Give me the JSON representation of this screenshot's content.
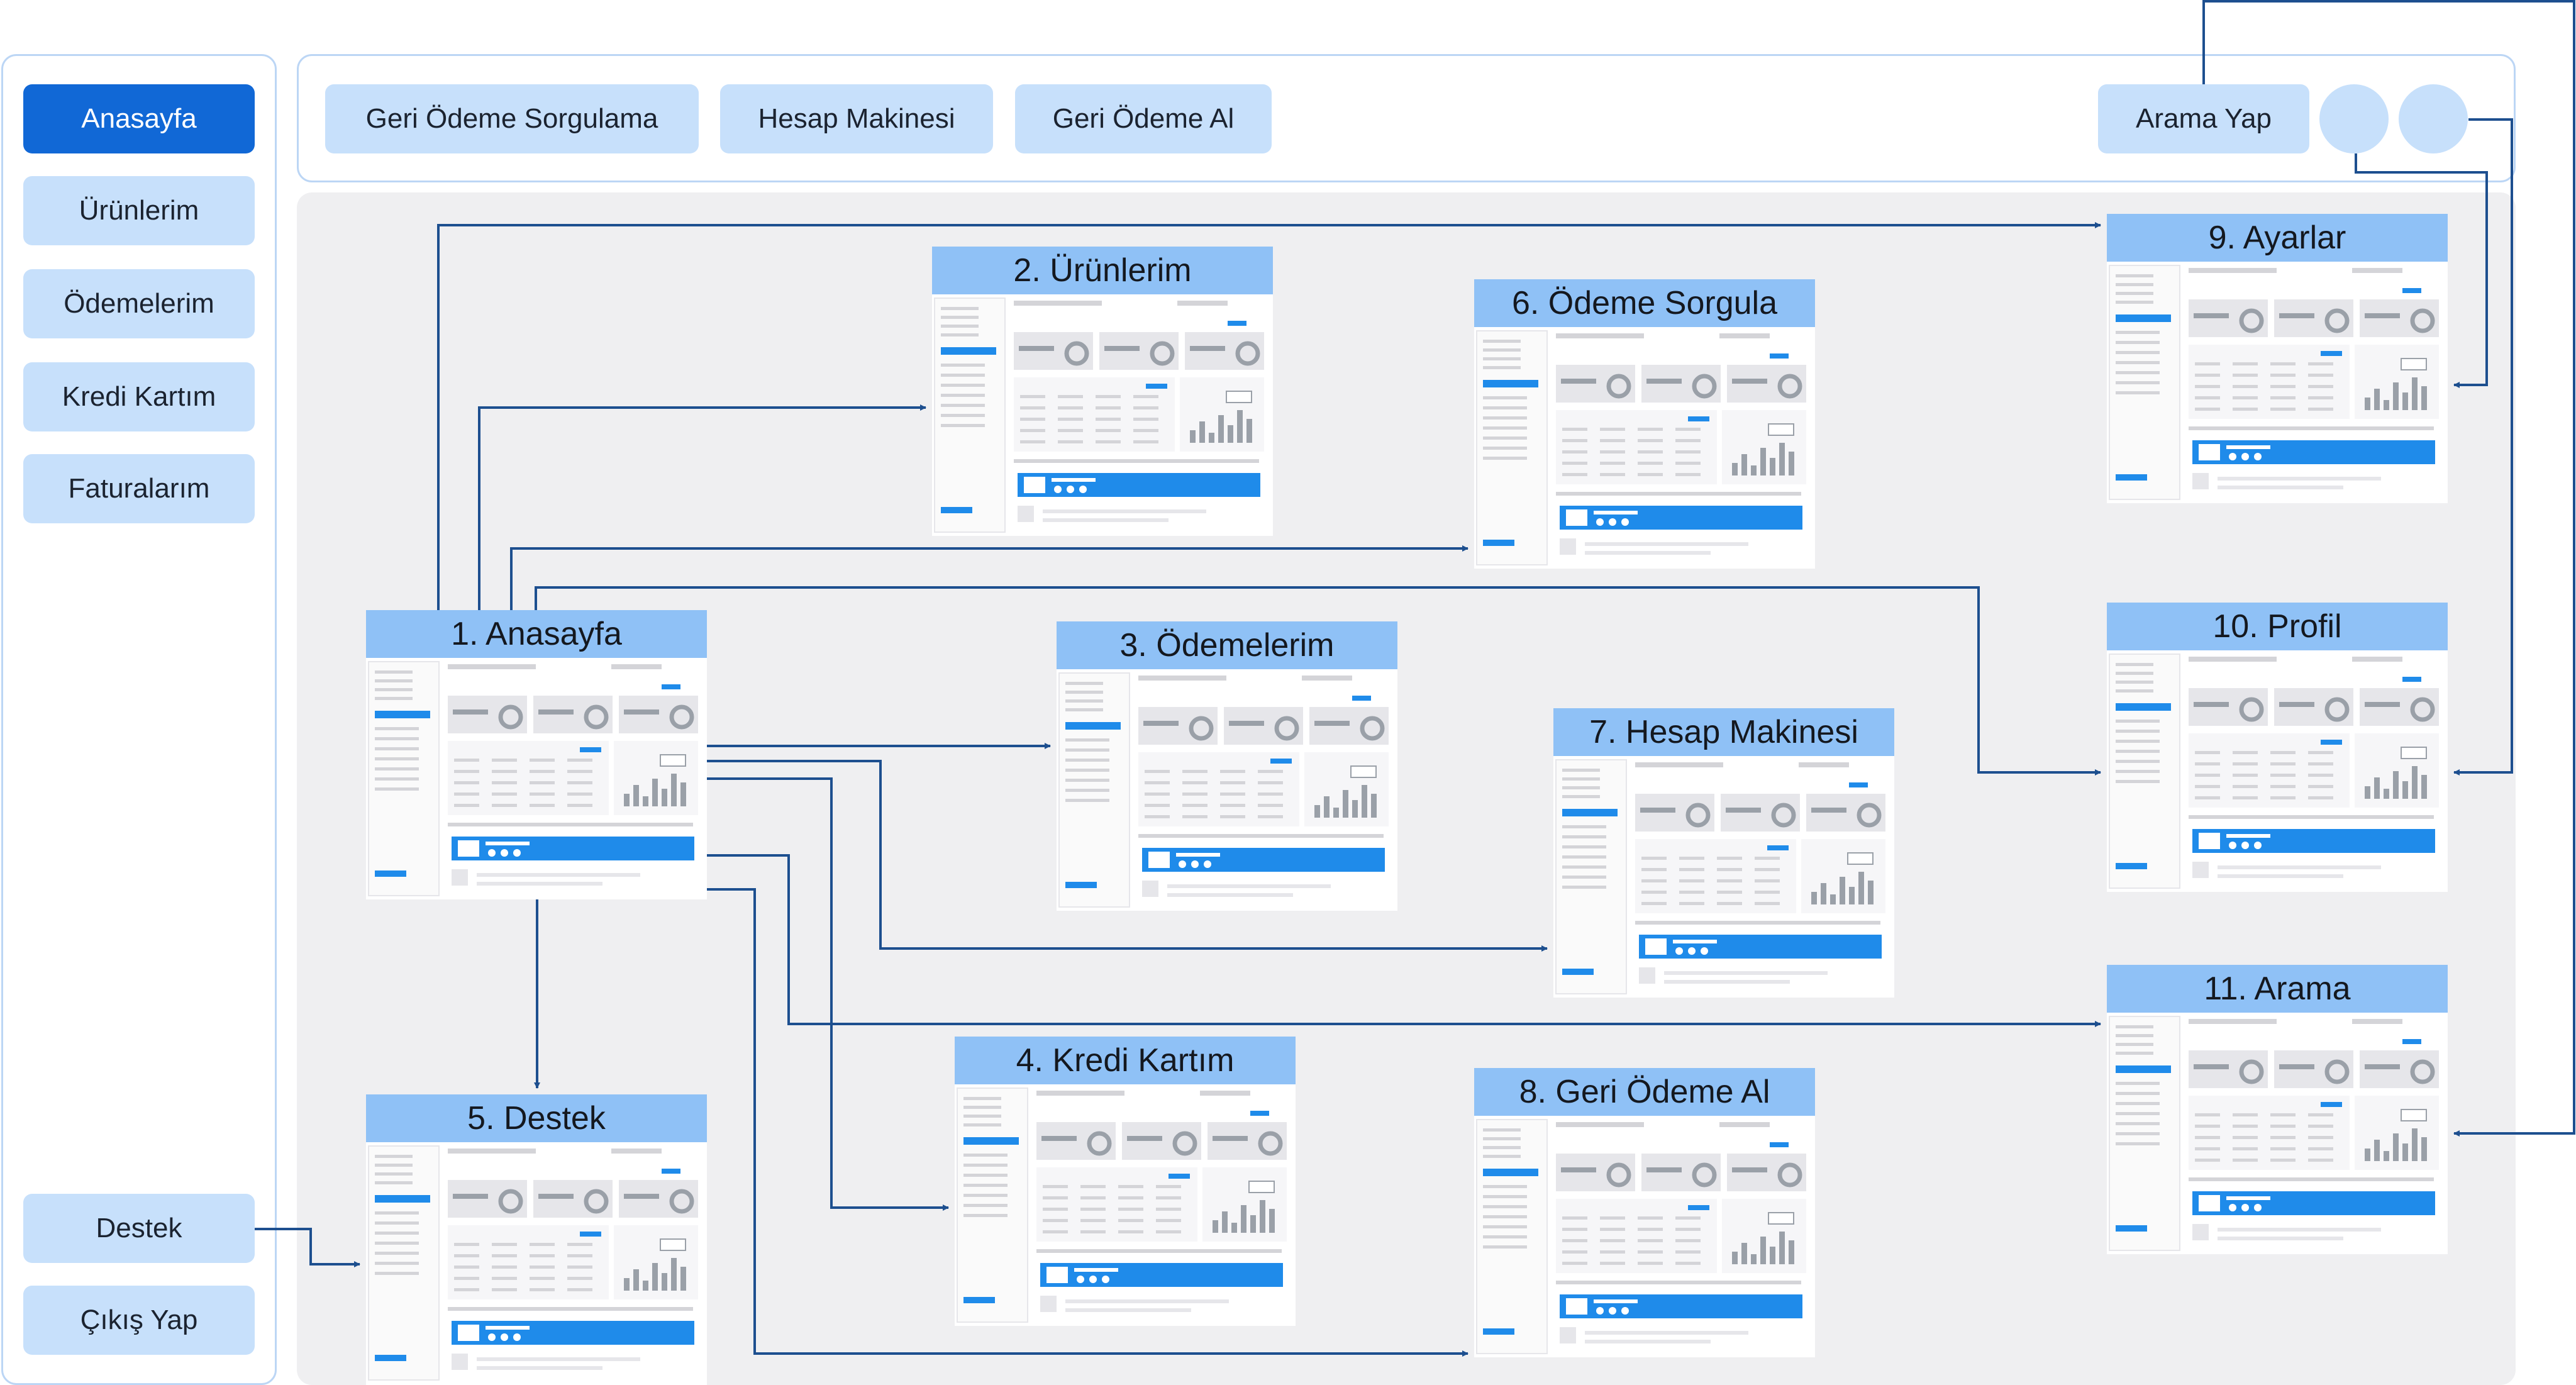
{
  "sidebar": {
    "items": [
      {
        "label": "Anasayfa",
        "active": true
      },
      {
        "label": "Ürünlerim",
        "active": false
      },
      {
        "label": "Ödemelerim",
        "active": false
      },
      {
        "label": "Kredi Kartım",
        "active": false
      },
      {
        "label": "Faturalarım",
        "active": false
      }
    ],
    "bottom_items": [
      {
        "label": "Destek"
      },
      {
        "label": "Çıkış Yap"
      }
    ]
  },
  "topbar": {
    "left_items": [
      "Geri Ödeme Sorgulama",
      "Hesap Makinesi",
      "Geri Ödeme Al"
    ],
    "search_label": "Arama Yap"
  },
  "screens": [
    {
      "title": "1. Anasayfa"
    },
    {
      "title": "2. Ürünlerim"
    },
    {
      "title": "3. Ödemelerim"
    },
    {
      "title": "4. Kredi Kartım"
    },
    {
      "title": "5. Destek"
    },
    {
      "title": "6. Ödeme Sorgula"
    },
    {
      "title": "7. Hesap Makinesi"
    },
    {
      "title": "8. Geri Ödeme Al"
    },
    {
      "title": "9. Ayarlar"
    },
    {
      "title": "10. Profil"
    },
    {
      "title": "11. Arama"
    }
  ],
  "colors": {
    "accent": "#1168d6",
    "nav_button": "#c7e0fb",
    "card_header": "#8fc1f6",
    "arrow": "#1d4f8f",
    "canvas": "#efeff1"
  }
}
